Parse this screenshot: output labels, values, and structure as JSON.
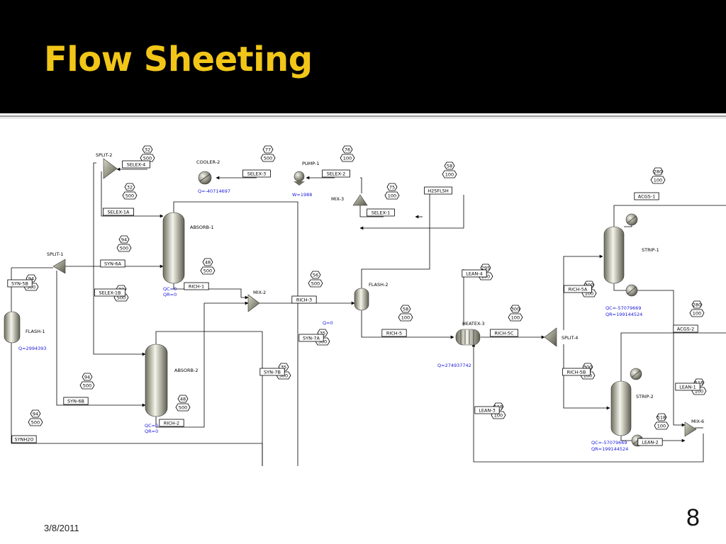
{
  "header": {
    "title": "Flow Sheeting"
  },
  "footer": {
    "date": "3/8/2011",
    "page": "8"
  },
  "colors": {
    "header_bg": "#000000",
    "title": "#f2c618",
    "annotation": "#1a1adc"
  },
  "streams": [
    {
      "id": "SELEX-4",
      "temp": "32",
      "press": "500"
    },
    {
      "id": "SELEX-3",
      "temp": "77",
      "press": "500"
    },
    {
      "id": "SELEX-2",
      "temp": "76",
      "press": "100"
    },
    {
      "id": "SELEX-1",
      "temp": "75",
      "press": "100"
    },
    {
      "id": "SELEX-1A",
      "temp": "32",
      "press": "500"
    },
    {
      "id": "SYN-6A",
      "temp": "94",
      "press": "500"
    },
    {
      "id": "SYN-5B",
      "temp": "94",
      "press": "500"
    },
    {
      "id": "SELEX-1B",
      "temp": "32",
      "press": "500"
    },
    {
      "id": "RICH-1",
      "temp": "48",
      "press": "500"
    },
    {
      "id": "RICH-3",
      "temp": "56",
      "press": "500"
    },
    {
      "id": "SYN-7A",
      "temp": "35",
      "press": "500"
    },
    {
      "id": "SYN-7B",
      "temp": "35",
      "press": "500"
    },
    {
      "id": "SYN-6B",
      "temp": "94",
      "press": "500"
    },
    {
      "id": "RICH-2",
      "temp": "48",
      "press": "500"
    },
    {
      "id": "SYNH2O",
      "temp": "94",
      "press": "500"
    },
    {
      "id": "H2SFLSH",
      "temp": "58",
      "press": "100"
    },
    {
      "id": "LEAN-4",
      "temp": "295",
      "press": "100"
    },
    {
      "id": "RICH-5",
      "temp": "58",
      "press": "100"
    },
    {
      "id": "RICH-5C",
      "temp": "300",
      "press": "100"
    },
    {
      "id": "RICH-5A",
      "temp": "300",
      "press": "100"
    },
    {
      "id": "RICH-5B",
      "temp": "300",
      "press": "100"
    },
    {
      "id": "ACGS-1",
      "temp": "280",
      "press": "100"
    },
    {
      "id": "ACGS-2",
      "temp": "280",
      "press": "100"
    },
    {
      "id": "LEAN-1",
      "temp": "518",
      "press": "100"
    },
    {
      "id": "LEAN-2",
      "temp": "518",
      "press": "100"
    },
    {
      "id": "LEAN-3",
      "temp": "518",
      "press": "100"
    }
  ],
  "units": {
    "split2": "SPLIT-2",
    "cooler2": "COOLER-2",
    "pump1": "PUMP-1",
    "mix3": "MIX-3",
    "absorb1": "ABSORB-1",
    "split1": "SPLIT-1",
    "flash1": "FLASH-1",
    "mix2": "MIX-2",
    "flash2": "FLASH-2",
    "absorb2": "ABSORB-2",
    "heatex3": "HEATEX-3",
    "split4": "SPLIT-4",
    "strip1": "STRIP-1",
    "strip2": "STRIP-2",
    "mix6": "MIX-6"
  },
  "annotations": {
    "cooler2_q": "Q=-40714697",
    "pump1_w": "W=1988",
    "absorb1_qc": "QC=0",
    "absorb1_qr": "QR=0",
    "flash1_q": "Q=2994393",
    "flash2_q": "Q=0",
    "absorb2_qc": "QC=0",
    "absorb2_qr": "QR=0",
    "heatex3_q": "Q=274937742",
    "strip1_qc": "QC=-57079669",
    "strip1_qr": "QR=199144524",
    "strip2_qc": "QC=-57079669",
    "strip2_qr": "QR=199144524"
  }
}
